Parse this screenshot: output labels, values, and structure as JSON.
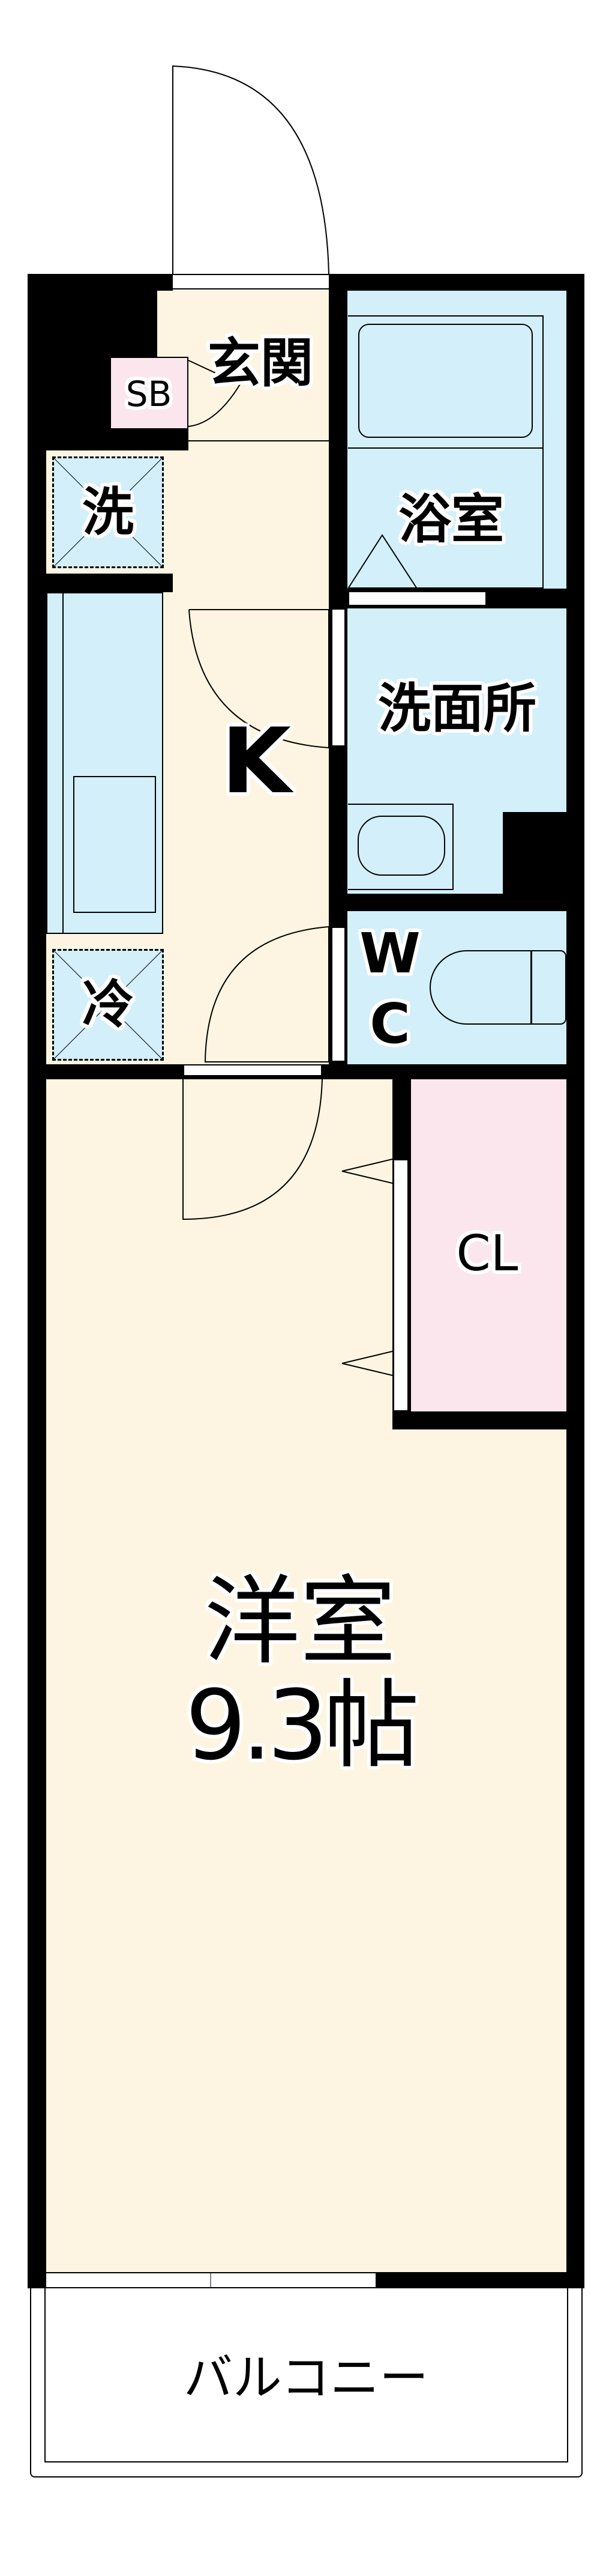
{
  "floorplan": {
    "colors": {
      "floor": "#fdf5e1",
      "wet_area": "#d2effa",
      "storage": "#fbe6ee",
      "wall": "#000000"
    },
    "rooms": {
      "entrance": "玄関",
      "shoe_box": "SB",
      "washer": "洗",
      "kitchen": "K",
      "fridge": "冷",
      "bath": "浴室",
      "washroom": "洗面所",
      "toilet_w": "W",
      "toilet_c": "C",
      "closet": "CL",
      "western_room": "洋室",
      "western_room_size": "9.3帖",
      "balcony": "バルコニー"
    }
  }
}
